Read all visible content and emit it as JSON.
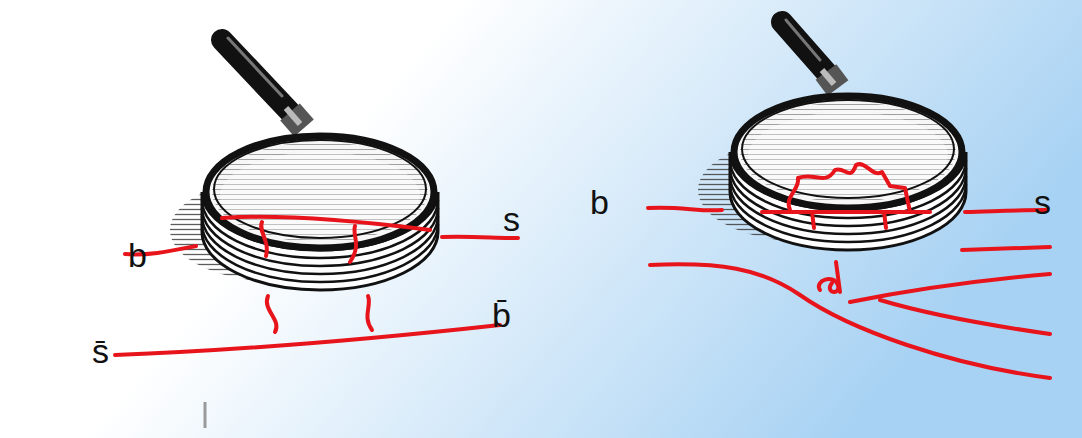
{
  "diagram": {
    "labels": [
      "b",
      "s",
      "s̄",
      "b̄",
      "b",
      "s"
    ]
  }
}
